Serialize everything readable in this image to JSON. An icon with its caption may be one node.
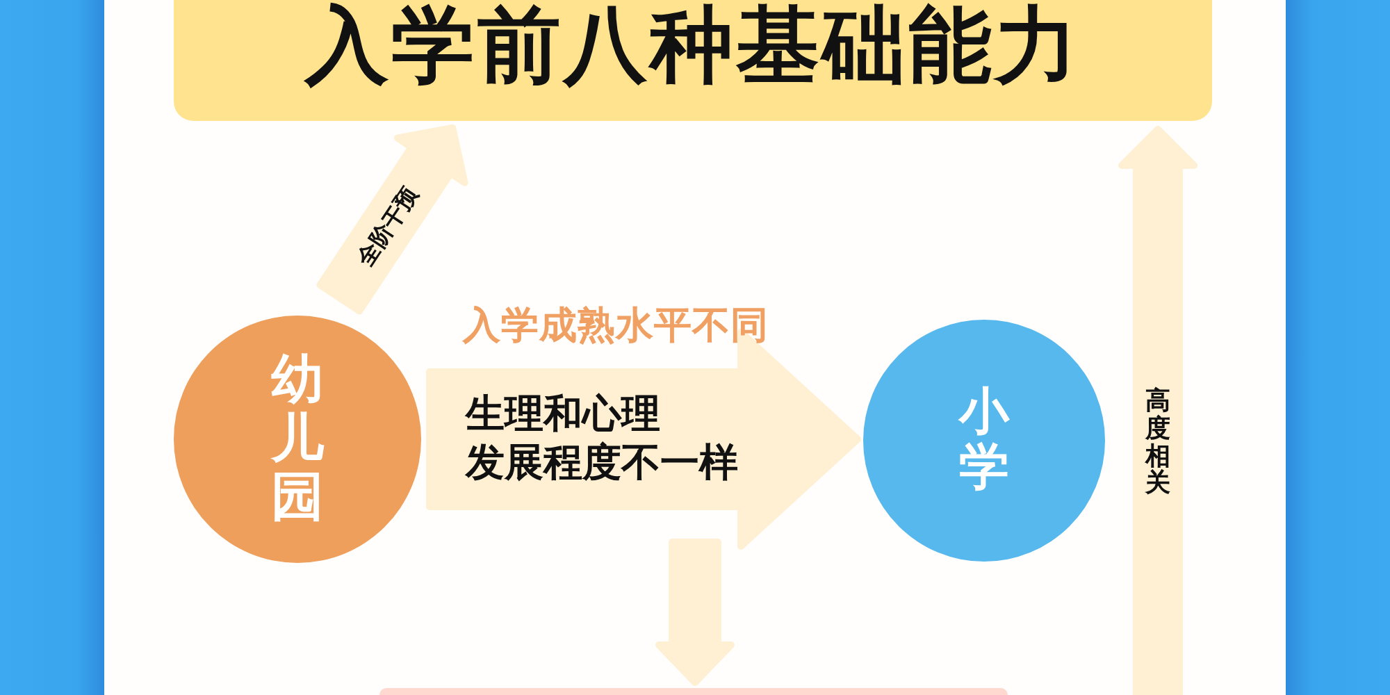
{
  "diagram": {
    "nodes": [
      {
        "text": [
          "入学前八种基础能力"
        ]
      },
      {
        "text": [
          "幼儿园"
        ]
      },
      {
        "text": [
          "小学"
        ]
      },
      {
        "text": [],
        "shape": "box"
      }
    ],
    "edges": [
      {
        "from": 1,
        "to": 0,
        "arrow": "to",
        "label": "全阶干预"
      },
      {
        "from": 1,
        "to": 2,
        "arrow": "to",
        "label": "生理和心理发展程度不一样"
      },
      {
        "from": null,
        "to": 3,
        "arrow": "to"
      },
      {
        "from": null,
        "to": 0,
        "arrow": "to",
        "label": "高度相关"
      }
    ],
    "labels": [
      "入学成熟水平不同"
    ]
  }
}
